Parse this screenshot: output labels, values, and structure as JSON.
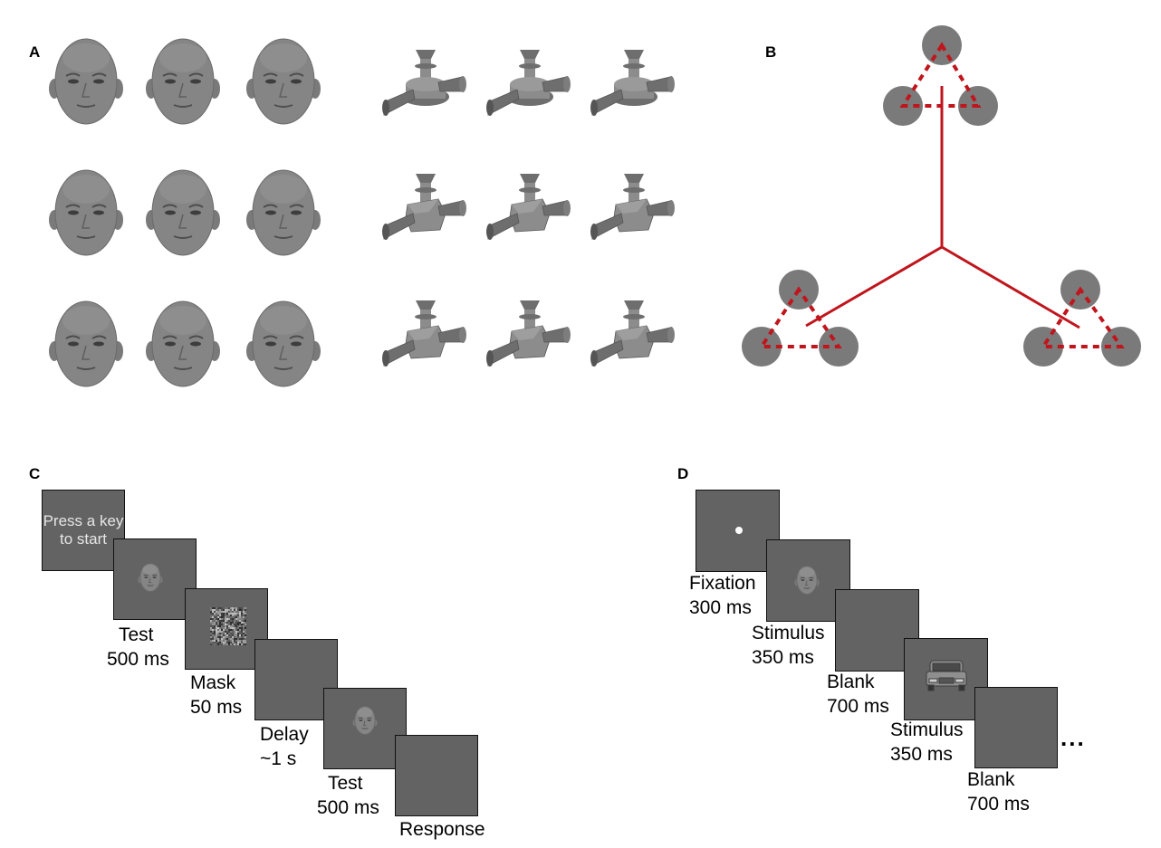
{
  "panels": {
    "a": "A",
    "b": "B",
    "c": "C",
    "d": "D"
  },
  "colors": {
    "screen": "#636363",
    "node": "#7a7a7a",
    "line": "#c0151c",
    "stimulus": "#8a8a8a"
  },
  "panel_a": {
    "faces_grid": "3x3",
    "objects_grid": "3x3"
  },
  "panel_b": {
    "clusters": 3,
    "nodes_per_cluster": 3
  },
  "panel_c": {
    "start_line1": "Press a key",
    "start_line2": "to start",
    "steps": [
      {
        "label": "Test",
        "duration": "500 ms"
      },
      {
        "label": "Mask",
        "duration": "50 ms"
      },
      {
        "label": "Delay",
        "duration": "~1 s"
      },
      {
        "label": "Test",
        "duration": "500 ms"
      },
      {
        "label": "Response",
        "duration": ""
      }
    ]
  },
  "panel_d": {
    "steps": [
      {
        "label": "Fixation",
        "duration": "300 ms"
      },
      {
        "label": "Stimulus",
        "duration": "350 ms"
      },
      {
        "label": "Blank",
        "duration": "700 ms"
      },
      {
        "label": "Stimulus",
        "duration": "350 ms"
      },
      {
        "label": "Blank",
        "duration": "700 ms"
      }
    ],
    "continuation": "..."
  }
}
